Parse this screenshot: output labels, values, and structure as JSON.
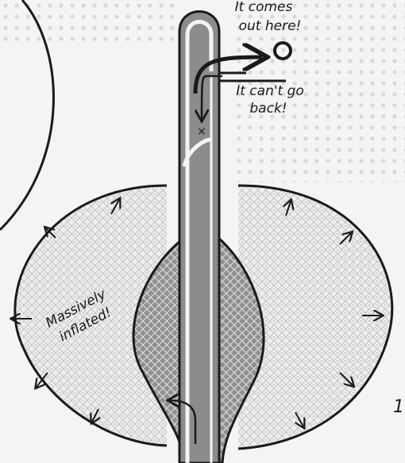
{
  "labels": {
    "comes_out_line1": "It comes",
    "comes_out_line2": "out here!",
    "cant_go_back_line1": "It can't go",
    "cant_go_back_line2": "back!",
    "inflated_line1": "Massively",
    "inflated_line2": "inflated!",
    "cross_mark": "×",
    "page_fragment": "1"
  },
  "colors": {
    "ink": "#1a1a1a",
    "tube": "#8c8c8c",
    "paper": "#f4f4f4",
    "texture_light": "#d8d8d8",
    "texture_dark": "#9a9a9a"
  }
}
